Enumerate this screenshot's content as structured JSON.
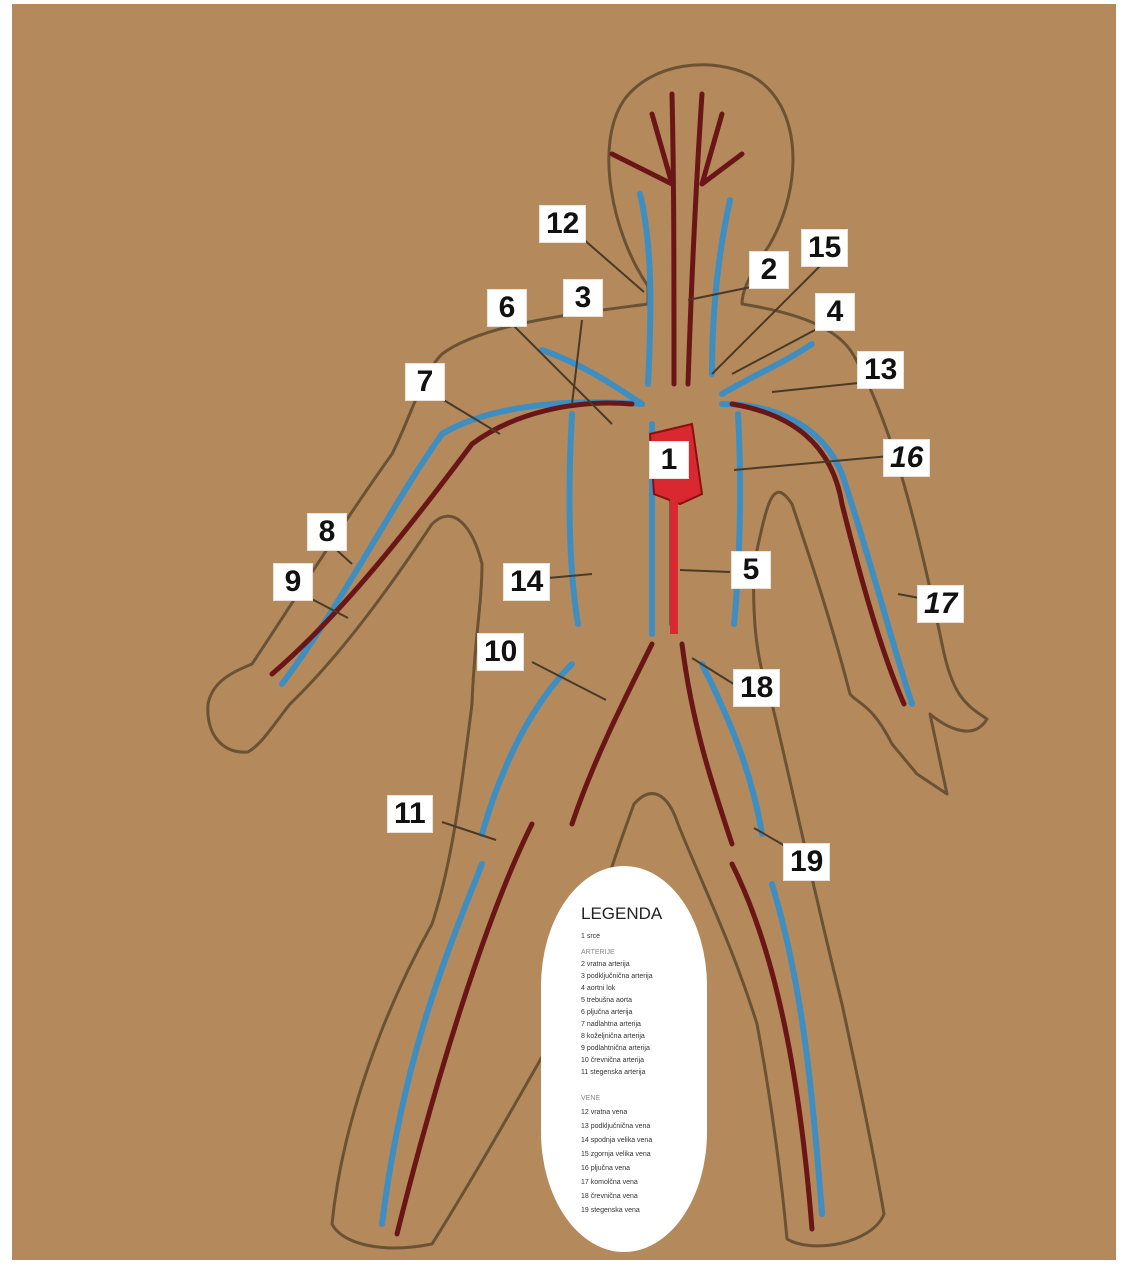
{
  "photo": {
    "colors": {
      "board": "#b48a5c",
      "outline": "#6b5234",
      "artery": "#6b1616",
      "vein": "#3f8ec2",
      "heart": "#d9282f",
      "label_bg": "#ffffff"
    }
  },
  "labels": [
    {
      "id": "12",
      "text": "12"
    },
    {
      "id": "2",
      "text": "2"
    },
    {
      "id": "15",
      "text": "15"
    },
    {
      "id": "6",
      "text": "6"
    },
    {
      "id": "3",
      "text": "3"
    },
    {
      "id": "4",
      "text": "4"
    },
    {
      "id": "13",
      "text": "13"
    },
    {
      "id": "7",
      "text": "7"
    },
    {
      "id": "1",
      "text": "1"
    },
    {
      "id": "16",
      "text": "16"
    },
    {
      "id": "8",
      "text": "8"
    },
    {
      "id": "9",
      "text": "9"
    },
    {
      "id": "14",
      "text": "14"
    },
    {
      "id": "5",
      "text": "5"
    },
    {
      "id": "17",
      "text": "17"
    },
    {
      "id": "10",
      "text": "10"
    },
    {
      "id": "18",
      "text": "18"
    },
    {
      "id": "11",
      "text": "11"
    },
    {
      "id": "19",
      "text": "19"
    }
  ],
  "legend": {
    "title": "LEGENDA",
    "lines": [
      "1 srce",
      "ARTERIJE",
      "2 vratna arterija",
      "3 podključnična arterija",
      "4 aortni lok",
      "5 trebušna aorta",
      "6 pljučna arterija",
      "7 nadlahtna arterija",
      "8 koželjnična arterija",
      "9 podlahtnična arterija",
      "10 črevnična arterija",
      "11 stegenska arterija",
      "VENE",
      "12 vratna vena",
      "13 podključnična vena",
      "14 spodnja velika vena",
      "15 zgornja velika vena",
      "16 pljučna vena",
      "17 komolčna vena",
      "18 črevnična vena",
      "19 stegenska vena"
    ]
  }
}
